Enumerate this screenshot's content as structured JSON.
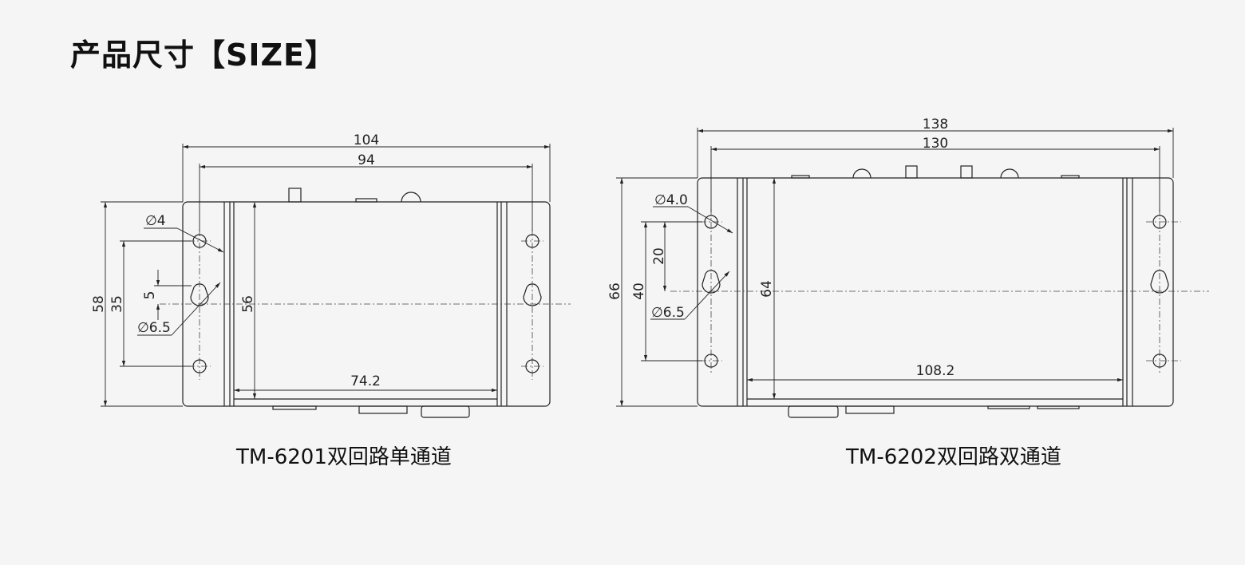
{
  "title": "产品尺寸【SIZE】",
  "left": {
    "caption": "TM-6201双回路单通道",
    "dim_overall_width": "104",
    "dim_inner_width": "94",
    "dim_overall_height": "58",
    "dim_hole_spacing": "35",
    "dim_keyhole_offset": "5",
    "dim_inner_height": "56",
    "dim_bottom_width": "74.2",
    "dim_hole_dia": "∅4",
    "dim_keyhole_dia": "∅6.5"
  },
  "right": {
    "caption": "TM-6202双回路双通道",
    "dim_overall_width": "138",
    "dim_inner_width": "130",
    "dim_overall_height": "66",
    "dim_hole_spacing": "40",
    "dim_half_spacing": "20",
    "dim_inner_height": "64",
    "dim_bottom_width": "108.2",
    "dim_hole_dia": "∅4.0",
    "dim_keyhole_dia": "∅6.5"
  }
}
